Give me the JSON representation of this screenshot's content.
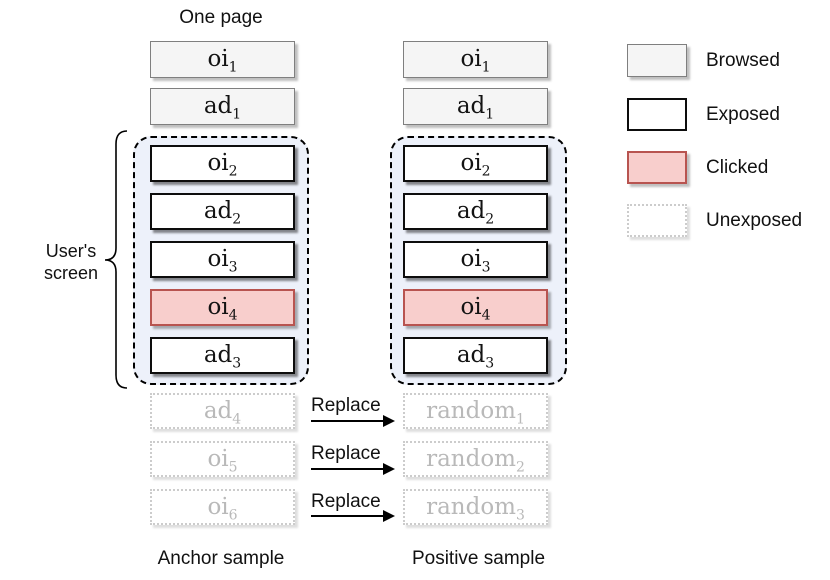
{
  "title": "One page",
  "side_label": {
    "line1": "User's",
    "line2": "screen"
  },
  "replace": {
    "labels": [
      "Replace",
      "Replace",
      "Replace"
    ]
  },
  "anchor": {
    "footer": "Anchor sample",
    "boxes": {
      "browsed": [
        {
          "base": "oi",
          "sub": "1",
          "state": "browsed"
        },
        {
          "base": "ad",
          "sub": "1",
          "state": "browsed"
        }
      ],
      "screen": [
        {
          "base": "oi",
          "sub": "2",
          "state": "exposed"
        },
        {
          "base": "ad",
          "sub": "2",
          "state": "exposed"
        },
        {
          "base": "oi",
          "sub": "3",
          "state": "exposed"
        },
        {
          "base": "oi",
          "sub": "4",
          "state": "clicked"
        },
        {
          "base": "ad",
          "sub": "3",
          "state": "exposed"
        }
      ],
      "unexposed": [
        {
          "base": "ad",
          "sub": "4",
          "state": "unexposed"
        },
        {
          "base": "oi",
          "sub": "5",
          "state": "unexposed"
        },
        {
          "base": "oi",
          "sub": "6",
          "state": "unexposed"
        }
      ]
    }
  },
  "positive": {
    "footer": "Positive sample",
    "boxes": {
      "browsed": [
        {
          "base": "oi",
          "sub": "1",
          "state": "browsed"
        },
        {
          "base": "ad",
          "sub": "1",
          "state": "browsed"
        }
      ],
      "screen": [
        {
          "base": "oi",
          "sub": "2",
          "state": "exposed"
        },
        {
          "base": "ad",
          "sub": "2",
          "state": "exposed"
        },
        {
          "base": "oi",
          "sub": "3",
          "state": "exposed"
        },
        {
          "base": "oi",
          "sub": "4",
          "state": "clicked"
        },
        {
          "base": "ad",
          "sub": "3",
          "state": "exposed"
        }
      ],
      "unexposed": [
        {
          "base": "random",
          "sub": "1",
          "state": "unexposed"
        },
        {
          "base": "random",
          "sub": "2",
          "state": "unexposed"
        },
        {
          "base": "random",
          "sub": "3",
          "state": "unexposed"
        }
      ]
    }
  },
  "legend": {
    "items": [
      {
        "label": "Browsed",
        "state": "browsed"
      },
      {
        "label": "Exposed",
        "state": "exposed"
      },
      {
        "label": "Clicked",
        "state": "clicked"
      },
      {
        "label": "Unexposed",
        "state": "unexposed"
      }
    ]
  },
  "colors": {
    "browsed_fill": "#f5f5f5",
    "browsed_border": "#7f7f7f",
    "exposed_fill": "#ffffff",
    "exposed_border": "#0d0d0d",
    "clicked_fill": "#f8cecc",
    "clicked_border": "#b85450",
    "unexposed_border": "#cccccc",
    "unexposed_text": "#b9b9b9",
    "screen_fill": "#edf1fa"
  }
}
